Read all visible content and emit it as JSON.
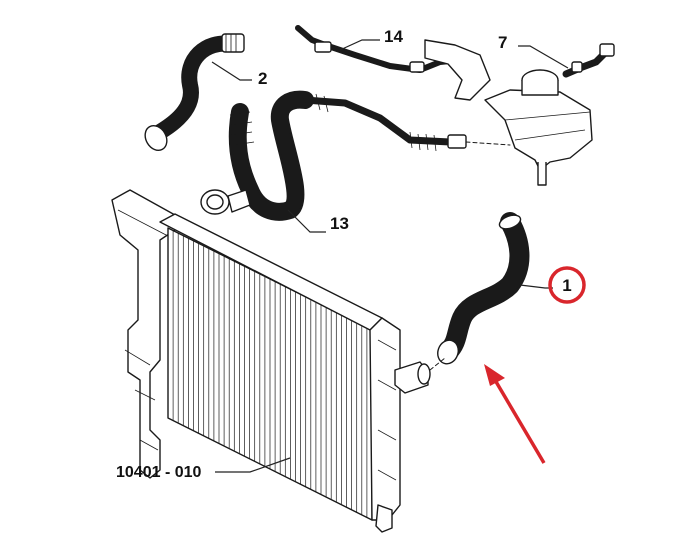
{
  "labels": {
    "part_1": "1",
    "part_2": "2",
    "part_7": "7",
    "part_13": "13",
    "part_14": "14",
    "radiator": "10401 - 010"
  },
  "colors": {
    "highlight_circle": "#d9262c",
    "arrow": "#d9262c",
    "line": "#1a1a1a",
    "background": "#ffffff"
  }
}
